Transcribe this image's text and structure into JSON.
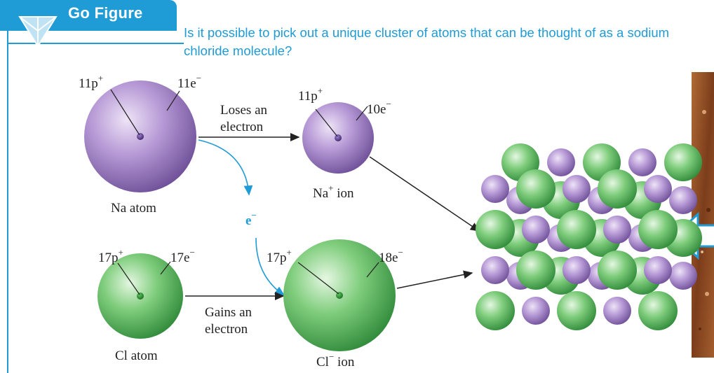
{
  "header": {
    "badge_label": "Go Figure",
    "question": "Is it possible to pick out a unique cluster of atoms that can be thought of as a sodium chloride molecule?"
  },
  "icon": "triangle-logo-icon",
  "colors": {
    "accent": "#1f9bd6",
    "sodium": "#a98bc9",
    "chlorine": "#6fc46f",
    "crystal_photo": "#8a4a22"
  },
  "diagram": {
    "na_atom": {
      "protons": "11p",
      "proton_charge": "+",
      "electrons": "11e",
      "electron_charge": "−",
      "caption": "Na atom"
    },
    "na_ion": {
      "protons": "11p",
      "proton_charge": "+",
      "electrons": "10e",
      "electron_charge": "−",
      "caption_base": "Na",
      "caption_charge": "+",
      "caption_suffix": " ion"
    },
    "cl_atom": {
      "protons": "17p",
      "proton_charge": "+",
      "electrons": "17e",
      "electron_charge": "−",
      "caption": "Cl atom"
    },
    "cl_ion": {
      "protons": "17p",
      "proton_charge": "+",
      "electrons": "18e",
      "electron_charge": "−",
      "caption_base": "Cl",
      "caption_charge": "−",
      "caption_suffix": " ion"
    },
    "loses_line1": "Loses an",
    "loses_line2": "electron",
    "gains_line1": "Gains an",
    "gains_line2": "electron",
    "electron_label": "e",
    "electron_charge": "−"
  }
}
